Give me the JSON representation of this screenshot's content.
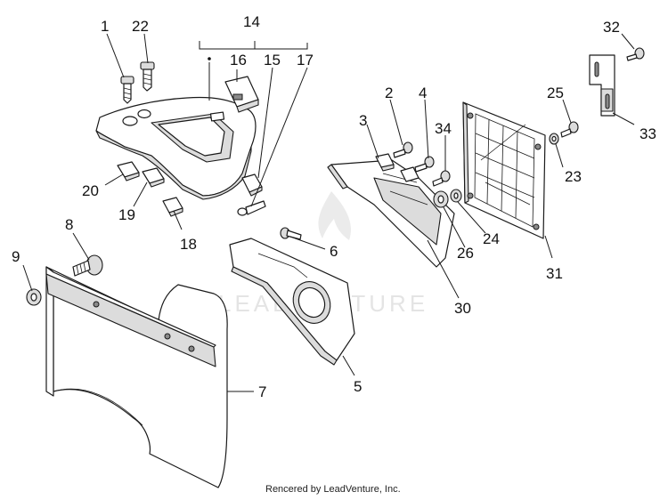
{
  "diagram": {
    "callouts": {
      "c1": "1",
      "c22": "22",
      "c14": "14",
      "c16": "16",
      "c15": "15",
      "c17": "17",
      "c20": "20",
      "c19": "19",
      "c18": "18",
      "c8": "8",
      "c9": "9",
      "c7": "7",
      "c6": "6",
      "c5": "5",
      "c3": "3",
      "c2": "2",
      "c4": "4",
      "c34": "34",
      "c26": "26",
      "c30": "30",
      "c24": "24",
      "c25": "25",
      "c23": "23",
      "c31": "31",
      "c32": "32",
      "c33": "33"
    },
    "watermark": "LEADVENTURE",
    "footer": "Rencered by LeadVenture, Inc."
  }
}
